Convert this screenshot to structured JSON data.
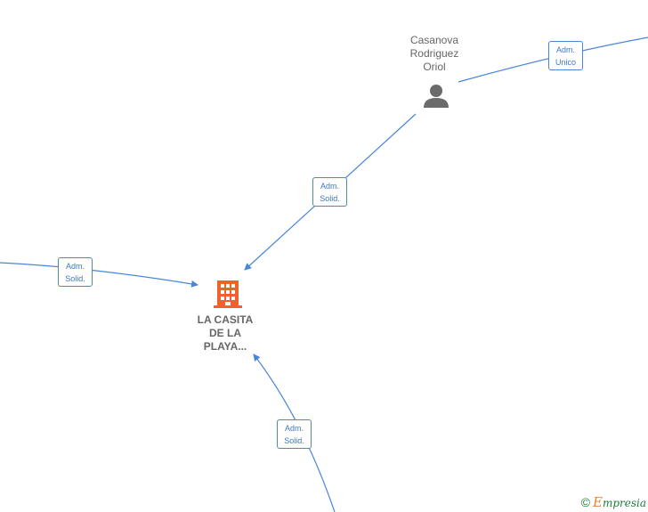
{
  "colors": {
    "edge": "#4a86d8",
    "person_icon": "#6b6b6b",
    "company_icon": "#f0622b",
    "label_text": "#666666"
  },
  "nodes": {
    "person": {
      "name_lines": [
        "Casanova",
        "Rodriguez",
        "Oriol"
      ],
      "icon": "person-icon"
    },
    "company": {
      "name_lines": [
        "LA CASITA",
        "DE LA",
        "PLAYA..."
      ],
      "icon": "building-icon"
    }
  },
  "edges": [
    {
      "id": "person-to-offscreen",
      "label_lines": [
        "Adm.",
        "Unico"
      ]
    },
    {
      "id": "person-to-company",
      "label_lines": [
        "Adm.",
        "Solid."
      ]
    },
    {
      "id": "left-to-company",
      "label_lines": [
        "Adm.",
        "Solid."
      ]
    },
    {
      "id": "bottom-to-company",
      "label_lines": [
        "Adm.",
        "Solid."
      ]
    }
  ],
  "credit": {
    "copyright": "©",
    "brand_initial": "E",
    "brand_rest": "mpresia"
  }
}
